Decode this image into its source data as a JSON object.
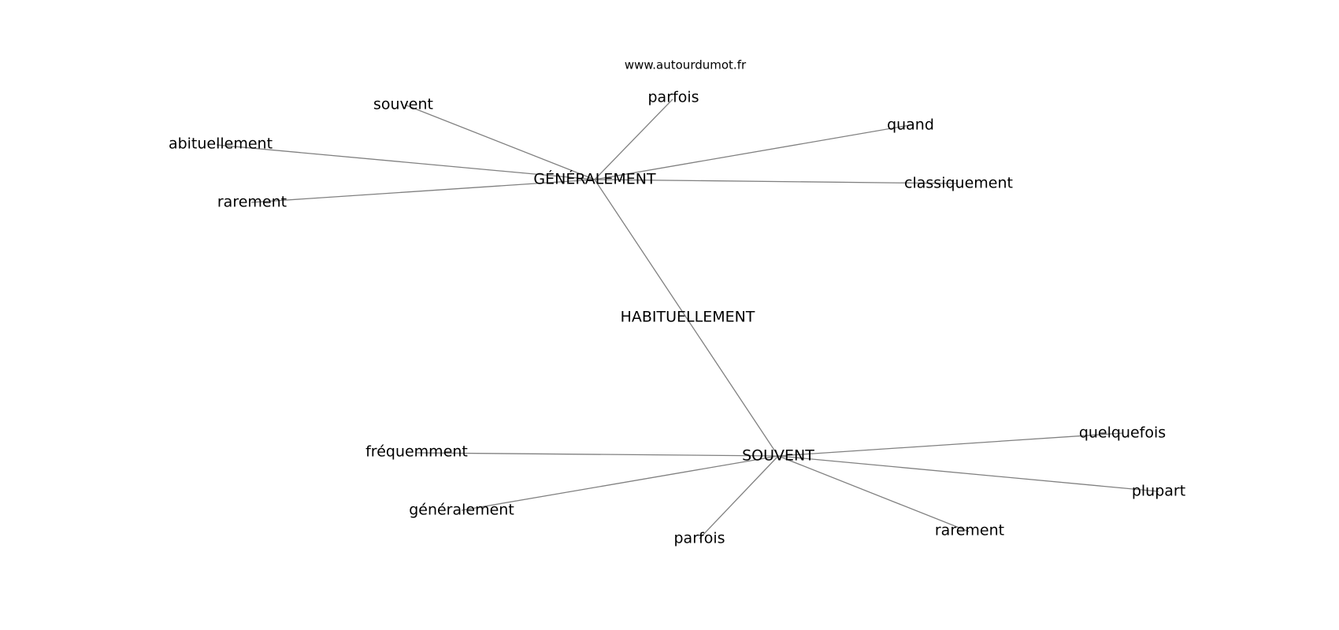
{
  "source_text": "www.autourdumot.fr",
  "center": {
    "label": "HABITUELLEMENT"
  },
  "hubs": {
    "generalement": {
      "label": "GÉNÉRALEMENT",
      "neighbors": [
        "souvent",
        "parfois",
        "quand",
        "abituellement",
        "classiquement",
        "rarement"
      ]
    },
    "souvent": {
      "label": "SOUVENT",
      "neighbors": [
        "fréquemment",
        "quelquefois",
        "généralement",
        "plupart",
        "rarement",
        "parfois"
      ]
    }
  },
  "colors": {
    "edge": "#808080",
    "text": "#000000",
    "background": "#ffffff"
  }
}
